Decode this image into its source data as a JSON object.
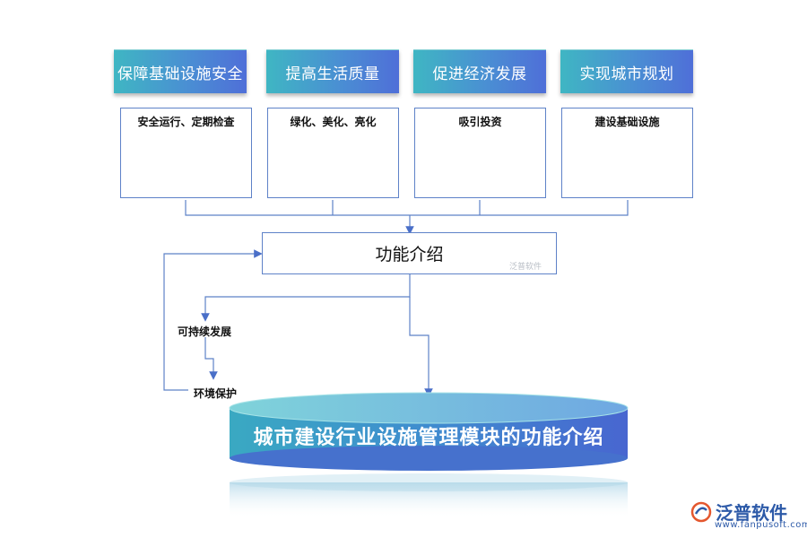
{
  "columns": [
    {
      "header": "保障基础设施安全",
      "detail": "安全运行、定期检查"
    },
    {
      "header": "提高生活质量",
      "detail": "绿化、美化、亮化"
    },
    {
      "header": "促进经济发展",
      "detail": "吸引投资"
    },
    {
      "header": "实现城市规划",
      "detail": "建设基础设施"
    }
  ],
  "center": {
    "label": "功能介绍",
    "watermark": "泛普软件"
  },
  "branches": {
    "first": "可持续发展",
    "second": "环境保护"
  },
  "cylinder": {
    "label": "城市建设行业设施管理模块的功能介绍"
  },
  "logo": {
    "name": "泛普软件",
    "url": "www.fanpusoft.com"
  },
  "colors": {
    "accent_start": "#3fb6c3",
    "accent_end": "#4f6fd8",
    "line": "#5e82c8"
  }
}
